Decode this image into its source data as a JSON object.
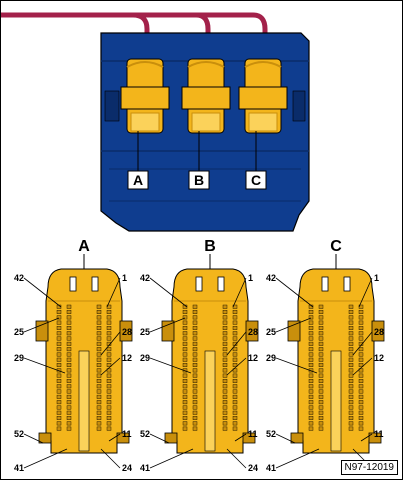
{
  "colors": {
    "housing": "#0f3d8f",
    "housing_dark": "#0a2c6a",
    "wire": "#a3214a",
    "connector": "#f3b51b",
    "connector_dark": "#c98f0c",
    "connector_light": "#fbd25a"
  },
  "top_labels": [
    "A",
    "B",
    "C"
  ],
  "connectors": [
    {
      "name": "A"
    },
    {
      "name": "B"
    },
    {
      "name": "C"
    }
  ],
  "pin_labels": {
    "p42": "42",
    "p1": "1",
    "p25": "25",
    "p28": "28",
    "p29": "29",
    "p12": "12",
    "p52": "52",
    "p11": "11",
    "p41": "41",
    "p24": "24"
  },
  "figure_code": "N97-12019"
}
